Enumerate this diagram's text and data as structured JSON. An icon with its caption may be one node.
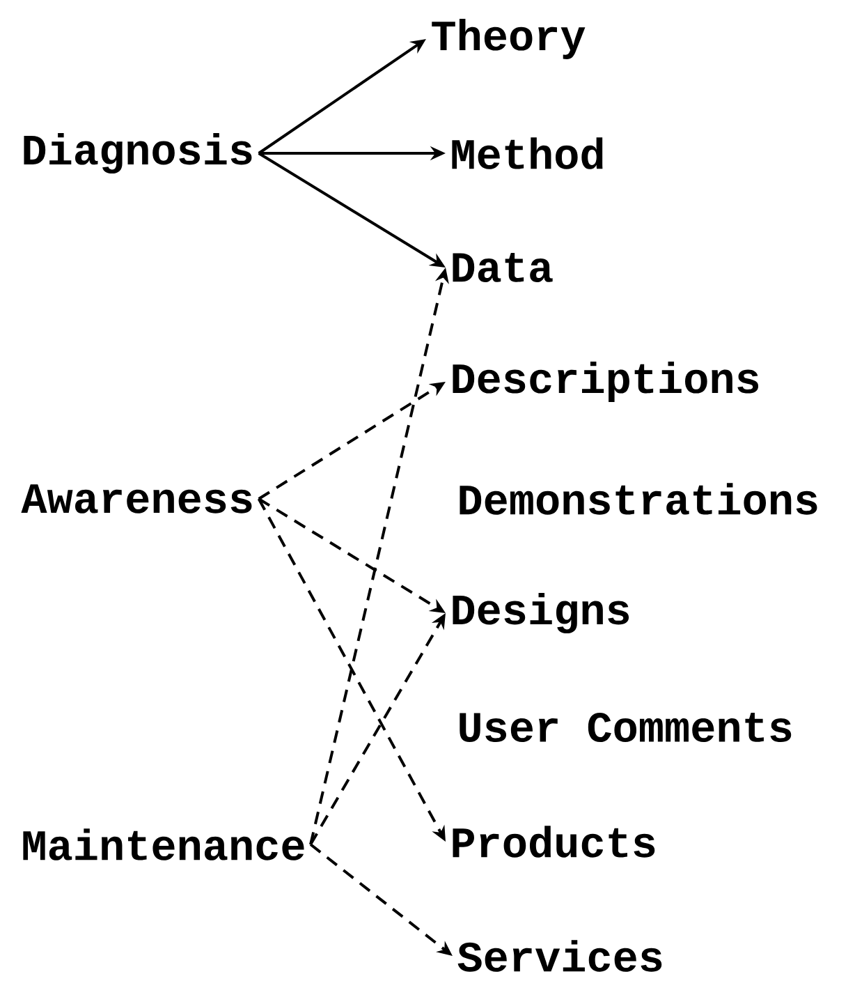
{
  "diagram": {
    "nodes": [
      {
        "text": [
          "Diagnosis"
        ]
      },
      {
        "text": [
          "Theory"
        ]
      },
      {
        "text": [
          "Method"
        ]
      },
      {
        "text": [
          "Data"
        ]
      },
      {
        "text": [
          "Descriptions"
        ]
      },
      {
        "text": [
          "Awareness"
        ]
      },
      {
        "text": [
          "Demonstrations"
        ]
      },
      {
        "text": [
          "Designs"
        ]
      },
      {
        "text": [
          "User Comments"
        ]
      },
      {
        "text": [
          "Maintenance"
        ]
      },
      {
        "text": [
          "Products"
        ]
      },
      {
        "text": [
          "Services"
        ]
      }
    ],
    "edges": [
      {
        "from": 0,
        "to": 1,
        "arrow": "to"
      },
      {
        "from": 0,
        "to": 2,
        "arrow": "to"
      },
      {
        "from": 0,
        "to": 3,
        "arrow": "to"
      },
      {
        "from": 5,
        "to": 4,
        "arrow": "to",
        "style": "dashed"
      },
      {
        "from": 5,
        "to": 7,
        "arrow": "to",
        "style": "dashed"
      },
      {
        "from": 5,
        "to": 10,
        "arrow": "to",
        "style": "dashed"
      },
      {
        "from": 9,
        "to": 3,
        "arrow": "to",
        "style": "dashed"
      },
      {
        "from": 9,
        "to": 7,
        "arrow": "to",
        "style": "dashed"
      },
      {
        "from": 9,
        "to": 11,
        "arrow": "to",
        "style": "dashed"
      }
    ]
  }
}
